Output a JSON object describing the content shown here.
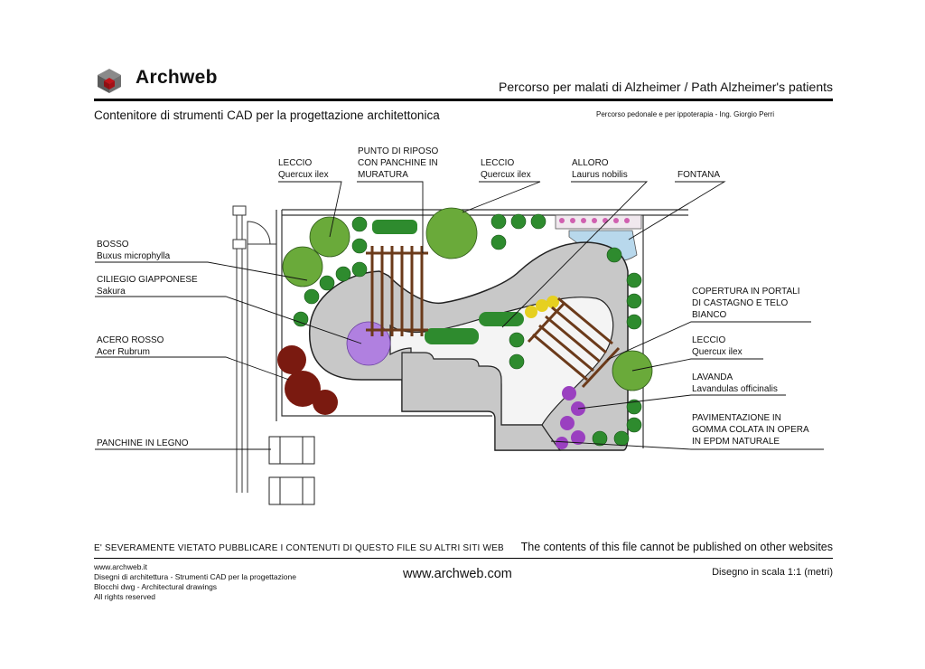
{
  "header": {
    "brand": "Archweb",
    "title": "Percorso per malati di Alzheimer  /  Path Alzheimer's patients",
    "subtitle": "Contenitore di strumenti CAD per la progettazione architettonica",
    "credit": "Percorso pedonale e per ippoterapia - Ing. Giorgio Perri"
  },
  "labels": {
    "leccio1": [
      "LECCIO",
      "Quercux ilex"
    ],
    "riposo": [
      "PUNTO DI RIPOSO",
      "CON PANCHINE IN",
      "MURATURA"
    ],
    "leccio2": [
      "LECCIO",
      "Quercux ilex"
    ],
    "alloro": [
      "ALLORO",
      "Laurus nobilis"
    ],
    "fontana": [
      "FONTANA"
    ],
    "bosso": [
      "BOSSO",
      "Buxus microphylla"
    ],
    "ciliegio": [
      "CILIEGIO GIAPPONESE",
      "Sakura"
    ],
    "acero": [
      "ACERO ROSSO",
      "Acer Rubrum"
    ],
    "panchine": [
      "PANCHINE IN LEGNO"
    ],
    "copertura": [
      "COPERTURA IN PORTALI",
      "DI CASTAGNO E TELO",
      "BIANCO"
    ],
    "leccio3": [
      "LECCIO",
      "Quercux ilex"
    ],
    "lavanda": [
      "LAVANDA",
      "Lavandulas officinalis"
    ],
    "pavimentazione": [
      "PAVIMENTAZIONE IN",
      "GOMMA COLATA IN OPERA",
      "IN EPDM NATURALE"
    ]
  },
  "footer": {
    "warning_it": "E' SEVERAMENTE VIETATO PUBBLICARE I CONTENUTI DI QUESTO FILE SU ALTRI SITI WEB",
    "warning_en": "The contents of this file cannot be published on other websites",
    "lines": [
      "www.archweb.it",
      "Disegni di architettura - Strumenti CAD  per la progettazione",
      "Blocchi dwg - Architectural drawings",
      "All rights reserved"
    ],
    "url": "www.archweb.com",
    "scale": "Disegno in scala 1:1 (metri)"
  },
  "colors": {
    "path": "#c8c8c8",
    "shrub": "#2e8b2e",
    "tree": "#6aaa3a",
    "maple": "#7a1a10",
    "cherry": "#b080e0",
    "lavender": "#9a40c0",
    "pergola": "#6b3a1a",
    "water": "#b8d8ec"
  }
}
